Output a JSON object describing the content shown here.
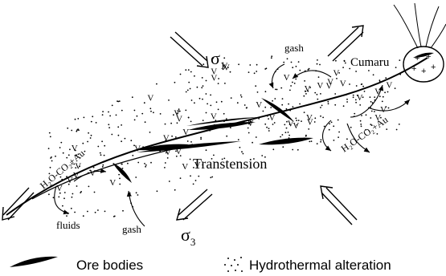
{
  "labels": {
    "sigma1": "σ",
    "sigma1_sub": "1",
    "sigma3": "σ",
    "sigma3_sub": "3",
    "gash_top": "gash",
    "gash_bottom": "gash",
    "fluids": "fluids",
    "cumaru": "Cumaru",
    "transtension": "Transtension",
    "fluid_left": "H₂O-CO₂+Au",
    "fluid_right": "H₂O-CO₂+Au",
    "v_symbol": "V"
  },
  "legend": {
    "ore_bodies": "Ore bodies",
    "hydrothermal_alteration": "Hydrothermal alteration"
  },
  "colors": {
    "ink": "#000000",
    "background": "#ffffff"
  }
}
